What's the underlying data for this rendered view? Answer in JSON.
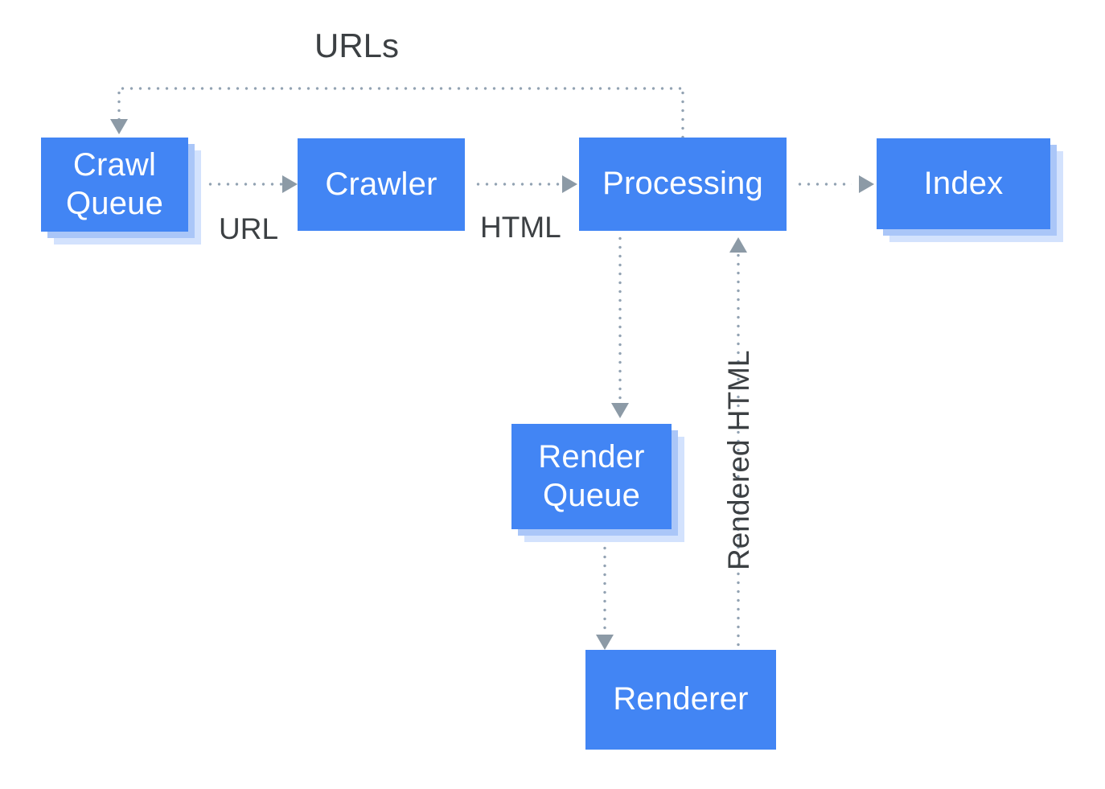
{
  "diagram": {
    "title_text": "URLs",
    "accent_color": "#4285f4",
    "shadow_mid_color": "#aac6f8",
    "shadow_light_color": "#d3e2fd",
    "connector_color": "#93a3b3",
    "arrow_color": "#8c9aa6",
    "label_color": "#3c4043",
    "background_color": "#ffffff"
  },
  "nodes": {
    "crawl_queue": {
      "label": "Crawl\nQueue",
      "line1": "Crawl",
      "line2": "Queue"
    },
    "crawler": {
      "label": "Crawler"
    },
    "processing": {
      "label": "Processing"
    },
    "index": {
      "label": "Index"
    },
    "render_queue": {
      "label": "Render\nQueue",
      "line1": "Render",
      "line2": "Queue"
    },
    "renderer": {
      "label": "Renderer"
    }
  },
  "edge_labels": {
    "urls": "URLs",
    "url": "URL",
    "html": "HTML",
    "rendered_html": "Rendered HTML"
  }
}
